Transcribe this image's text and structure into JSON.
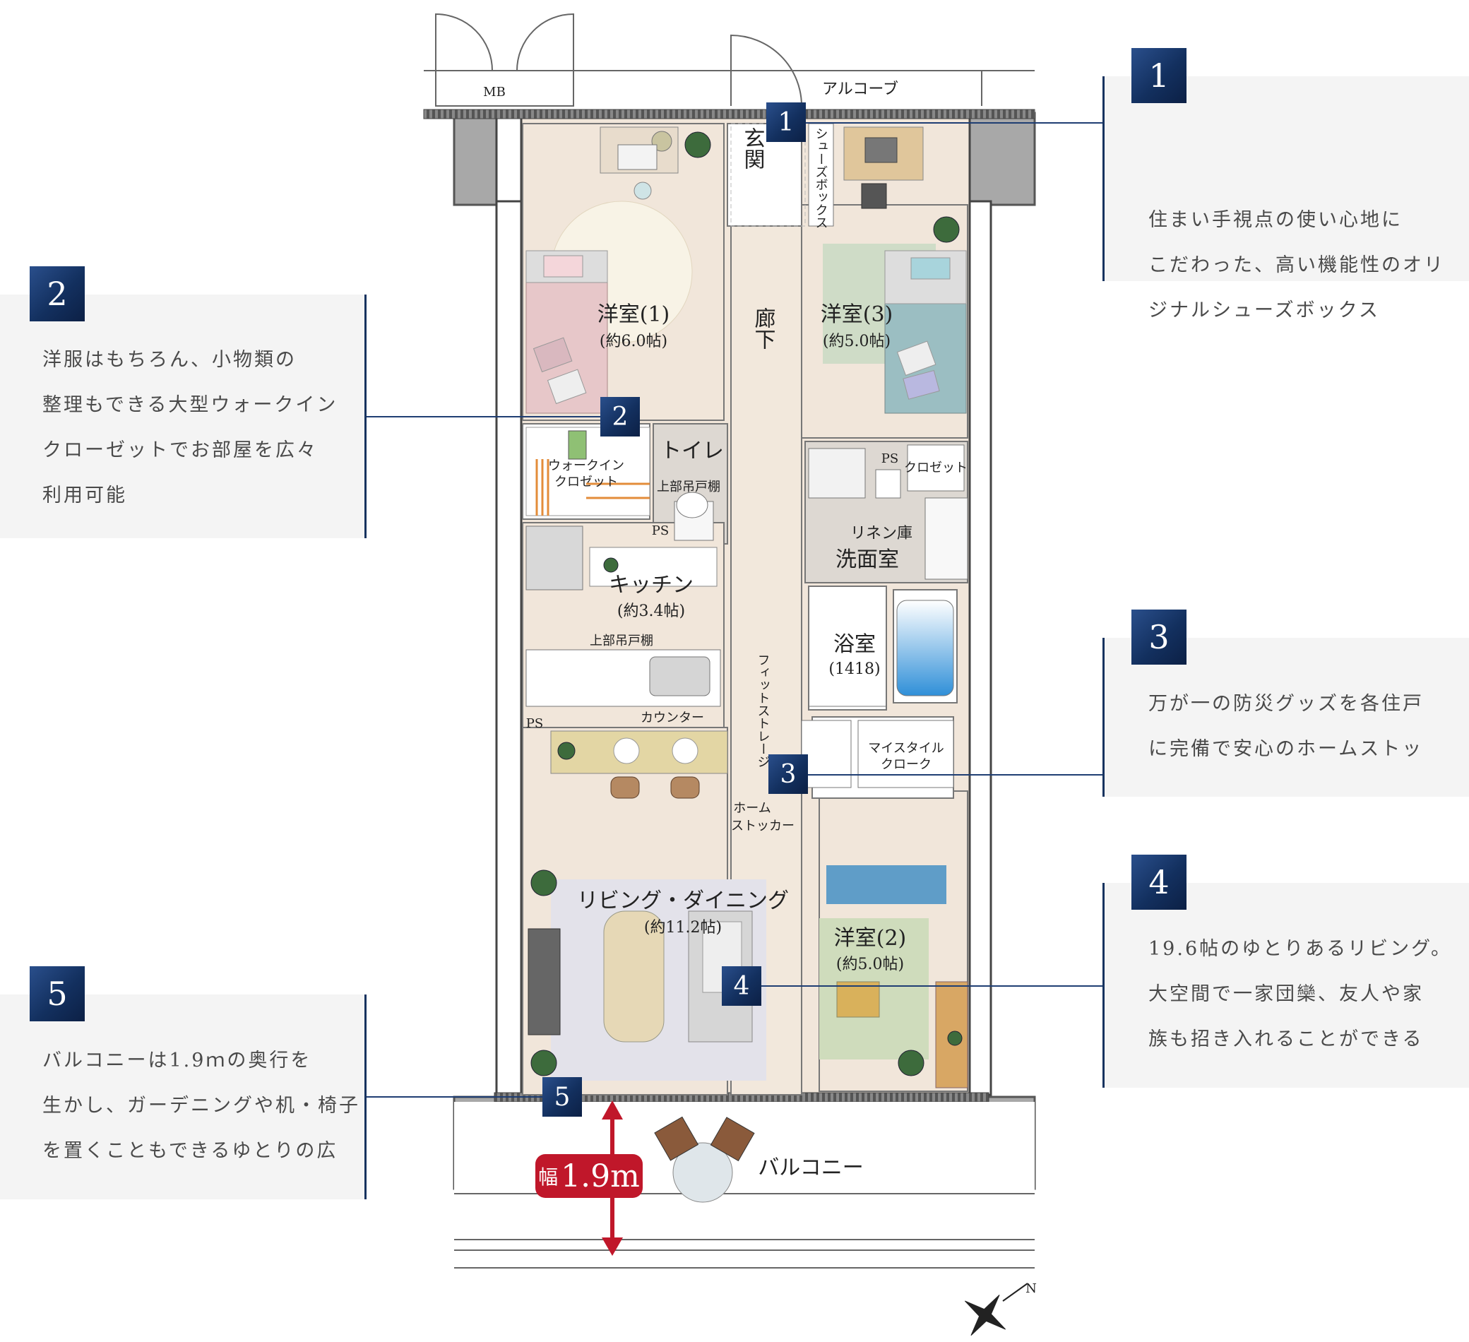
{
  "callouts": [
    {
      "number": "1",
      "text": [
        "住まい手視点の使い心地に",
        "こだわった、高い機能性のオリ",
        "ジナルシューズボックス"
      ]
    },
    {
      "number": "2",
      "text": [
        "洋服はもちろん、小物類の",
        "整理もできる大型ウォークイン",
        "クローゼットでお部屋を広々",
        "利用可能"
      ]
    },
    {
      "number": "3",
      "text": [
        "万が一の防災グッズを各住戸",
        "に完備で安心のホームストッ"
      ]
    },
    {
      "number": "4",
      "text": [
        "19.6帖のゆとりあるリビング。",
        "大空間で一家団欒、友人や家",
        "族も招き入れることができる"
      ]
    },
    {
      "number": "5",
      "text": [
        "バルコニーは1.9ｍの奥行を",
        "生かし、ガーデニングや机・椅子",
        "を置くこともできるゆとりの広"
      ]
    }
  ],
  "plan": {
    "mb": "MB",
    "alcove": "アルコーブ",
    "entrance": "玄関",
    "shoebox": "シューズボックス",
    "hallway": "廊下",
    "room1_name": "洋室(1)",
    "room1_size": "(約6.0帖)",
    "room3_name": "洋室(3)",
    "room3_size": "(約5.0帖)",
    "wic_line1": "ウォークイン",
    "wic_line2": "クロゼット",
    "toilet": "トイレ",
    "upper_cabinet": "上部吊戸棚",
    "ps": "PS",
    "closet": "クロゼット",
    "linen": "リネン庫",
    "washroom": "洗面室",
    "kitchen_name": "キッチン",
    "kitchen_size": "(約3.4帖)",
    "bath_name": "浴室",
    "bath_size": "(1418)",
    "fit_storage": "フィットストレージ",
    "counter": "カウンター",
    "my_style_1": "マイスタイル",
    "my_style_2": "クローク",
    "home_stocker_1": "ホーム",
    "home_stocker_2": "ストッカー",
    "living_name": "リビング・ダイニング",
    "living_size": "(約11.2帖)",
    "room2_name": "洋室(2)",
    "room2_size": "(約5.0帖)",
    "balcony": "バルコニー",
    "width_prefix": "幅",
    "width_value": "1.9m",
    "north": "N"
  },
  "colors": {
    "navy": "#13305f",
    "accent_red": "#c0172a",
    "floor": "#f1e6da",
    "wall": "#8a8a8a"
  }
}
